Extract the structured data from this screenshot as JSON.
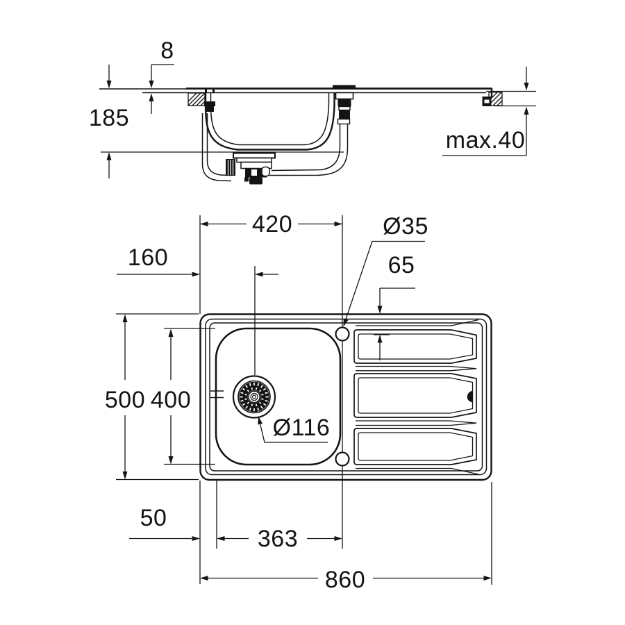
{
  "drawing": {
    "kind": "sink-installation-dimension-drawing",
    "colors": {
      "line": "#141414",
      "background": "#ffffff"
    },
    "dims": {
      "side": {
        "rim_height": "8",
        "installation_depth": "185",
        "countertop_max_thickness": "max.40"
      },
      "plan": {
        "left_edge_to_tap_center": "420",
        "tap_hole_diameter": "Ø35",
        "left_edge_to_drain_center": "160",
        "edge_to_drainer_groove": "65",
        "overall_depth": "500",
        "bowl_depth": "400",
        "drain_diameter": "Ø116",
        "edge_to_bowl": "50",
        "bowl_to_tap_center": "363",
        "overall_length": "860"
      }
    }
  }
}
